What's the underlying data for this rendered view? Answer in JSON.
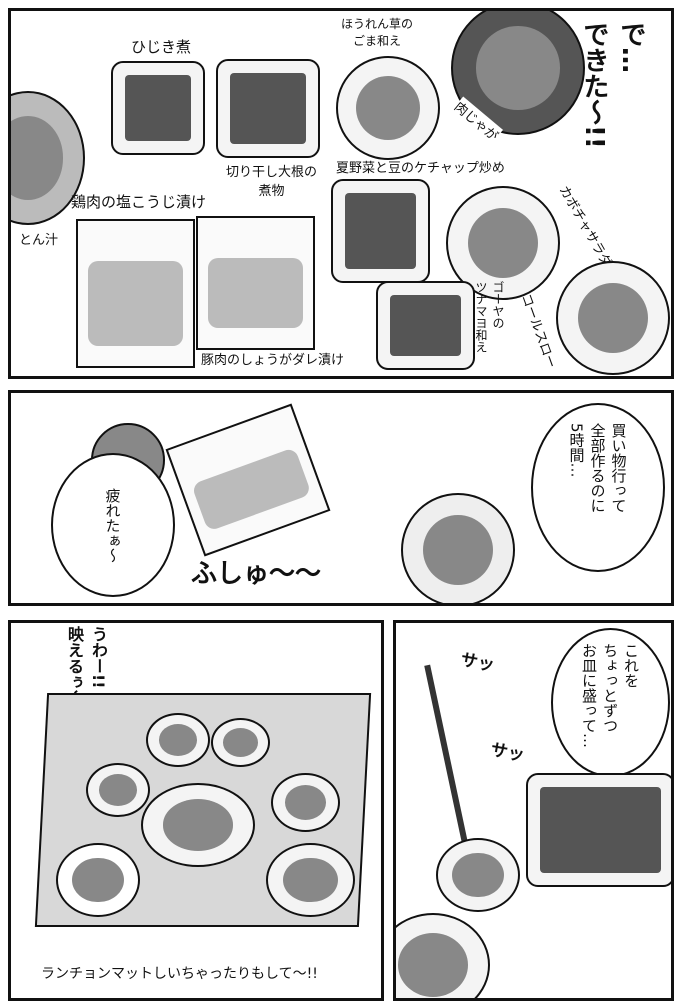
{
  "panel1": {
    "exclaim": "で…\nできた〜!!",
    "dishes": {
      "hijiki": "ひじき煮",
      "spinach": "ほうれん草の\nごま和え",
      "kiriboshi": "切り干し大根の\n煮物",
      "natsuyasai": "夏野菜と豆のケチャップ炒め",
      "nikujaga": "肉じゃが",
      "kabocha": "カボチャサラダ",
      "chicken": "鶏肉の塩こうじ漬け",
      "tonjiru": "とん汁",
      "goya": "ゴーヤの\nツナマヨ和え",
      "coleslaw": "コールスロー",
      "pork": "豚肉のしょうがダレ漬け"
    }
  },
  "panel2": {
    "speech_right": "買い物行って\n全部作るのに\n5時間…",
    "speech_left": "疲れたぁ〜",
    "sfx": "ふしゅ〜〜"
  },
  "panel3": {
    "speech": "うわー!!\n映えるぅ〜〜!",
    "caption": "ランチョンマットしいちゃったりもして〜!!"
  },
  "panel4": {
    "speech": "これを\nちょっとずつ\nお皿に盛って…",
    "sfx1": "サッ",
    "sfx2": "サッ"
  }
}
